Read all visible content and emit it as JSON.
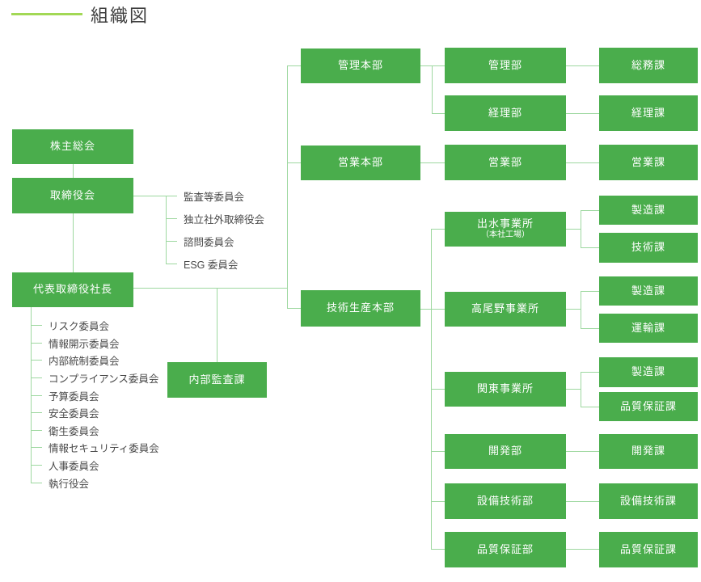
{
  "page": {
    "title": "組織図"
  },
  "colors": {
    "box_green": "#4aad4c",
    "connector": "#9ed8a0",
    "accent_line": "#a2d855",
    "text_dark": "#3d3d3d",
    "box_text": "#ffffff"
  },
  "org": {
    "shareholders": {
      "label": "株主総会"
    },
    "board": {
      "label": "取締役会",
      "committees": [
        "監査等委員会",
        "独立社外取締役会",
        "諮問委員会",
        "ESG 委員会"
      ]
    },
    "president": {
      "label": "代表取締役社長",
      "committees": [
        "リスク委員会",
        "情報開示委員会",
        "内部統制委員会",
        "コンプライアンス委員会",
        "予算委員会",
        "安全委員会",
        "衛生委員会",
        "情報セキュリティ委員会",
        "人事委員会",
        "執行役会"
      ],
      "audit_section": "内部監査課"
    },
    "hq": [
      {
        "label": "管理本部",
        "children": [
          {
            "label": "管理部",
            "children": [
              "総務課"
            ]
          },
          {
            "label": "経理部",
            "children": [
              "経理課"
            ]
          }
        ]
      },
      {
        "label": "営業本部",
        "children": [
          {
            "label": "営業部",
            "children": [
              "営業課"
            ]
          }
        ]
      },
      {
        "label": "技術生産本部",
        "children": [
          {
            "label": "出水事業所",
            "sub": "（本社工場）",
            "children": [
              "製造課",
              "技術課"
            ]
          },
          {
            "label": "高尾野事業所",
            "children": [
              "製造課",
              "運輸課"
            ]
          },
          {
            "label": "関東事業所",
            "children": [
              "製造課",
              "品質保証課"
            ]
          },
          {
            "label": "開発部",
            "children": [
              "開発課"
            ]
          },
          {
            "label": "設備技術部",
            "children": [
              "設備技術課"
            ]
          },
          {
            "label": "品質保証部",
            "children": [
              "品質保証課"
            ]
          }
        ]
      }
    ]
  }
}
